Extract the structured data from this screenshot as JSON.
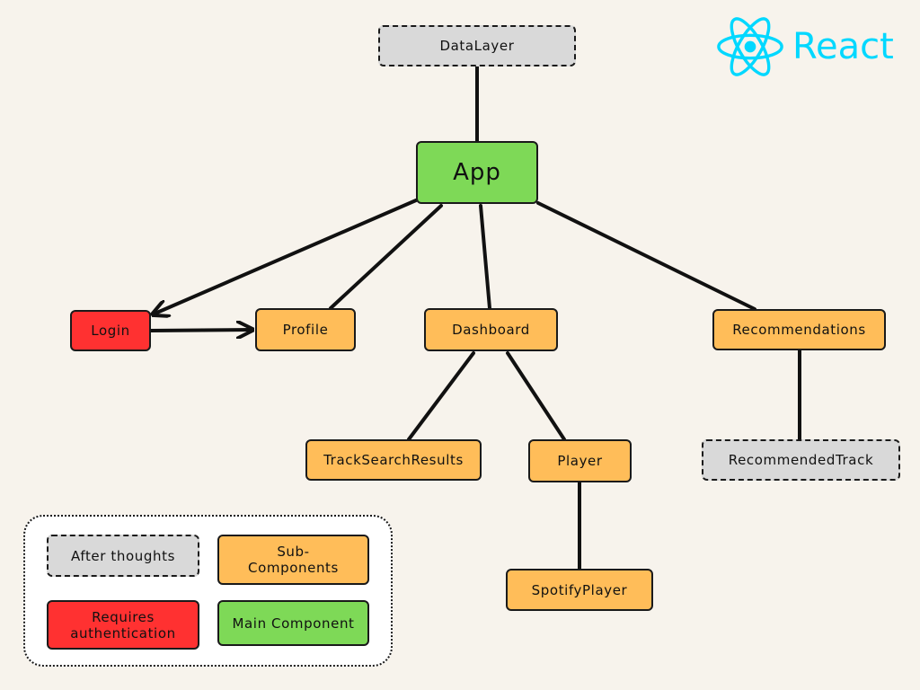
{
  "nodes": {
    "datalayer": "DataLayer",
    "app": "App",
    "login": "Login",
    "profile": "Profile",
    "dashboard": "Dashboard",
    "recommendations": "Recommendations",
    "track_search_results": "TrackSearchResults",
    "player": "Player",
    "recommended_track": "RecommendedTrack",
    "spotify_player": "SpotifyPlayer"
  },
  "edges": [
    {
      "from": "DataLayer",
      "to": "App",
      "arrow": false
    },
    {
      "from": "App",
      "to": "Login",
      "arrow": true
    },
    {
      "from": "App",
      "to": "Profile",
      "arrow": false
    },
    {
      "from": "App",
      "to": "Dashboard",
      "arrow": false
    },
    {
      "from": "App",
      "to": "Recommendations",
      "arrow": false
    },
    {
      "from": "Login",
      "to": "Profile",
      "arrow": true
    },
    {
      "from": "Dashboard",
      "to": "TrackSearchResults",
      "arrow": false
    },
    {
      "from": "Dashboard",
      "to": "Player",
      "arrow": false
    },
    {
      "from": "Player",
      "to": "SpotifyPlayer",
      "arrow": false
    },
    {
      "from": "Recommendations",
      "to": "RecommendedTrack",
      "arrow": false
    }
  ],
  "legend": {
    "after_thoughts": "After thoughts",
    "sub_components": "Sub-\nComponents",
    "requires_auth": "Requires\nauthentication",
    "main_component": "Main Component"
  },
  "logo": {
    "text": "React",
    "icon": "react-atom-icon"
  },
  "colors": {
    "background": "#f7f3ec",
    "sub_component": "#ffbd59",
    "main_component": "#7ed957",
    "requires_auth": "#ff3131",
    "after_thoughts": "#d9d9d9",
    "react_brand": "#00d8ff"
  }
}
